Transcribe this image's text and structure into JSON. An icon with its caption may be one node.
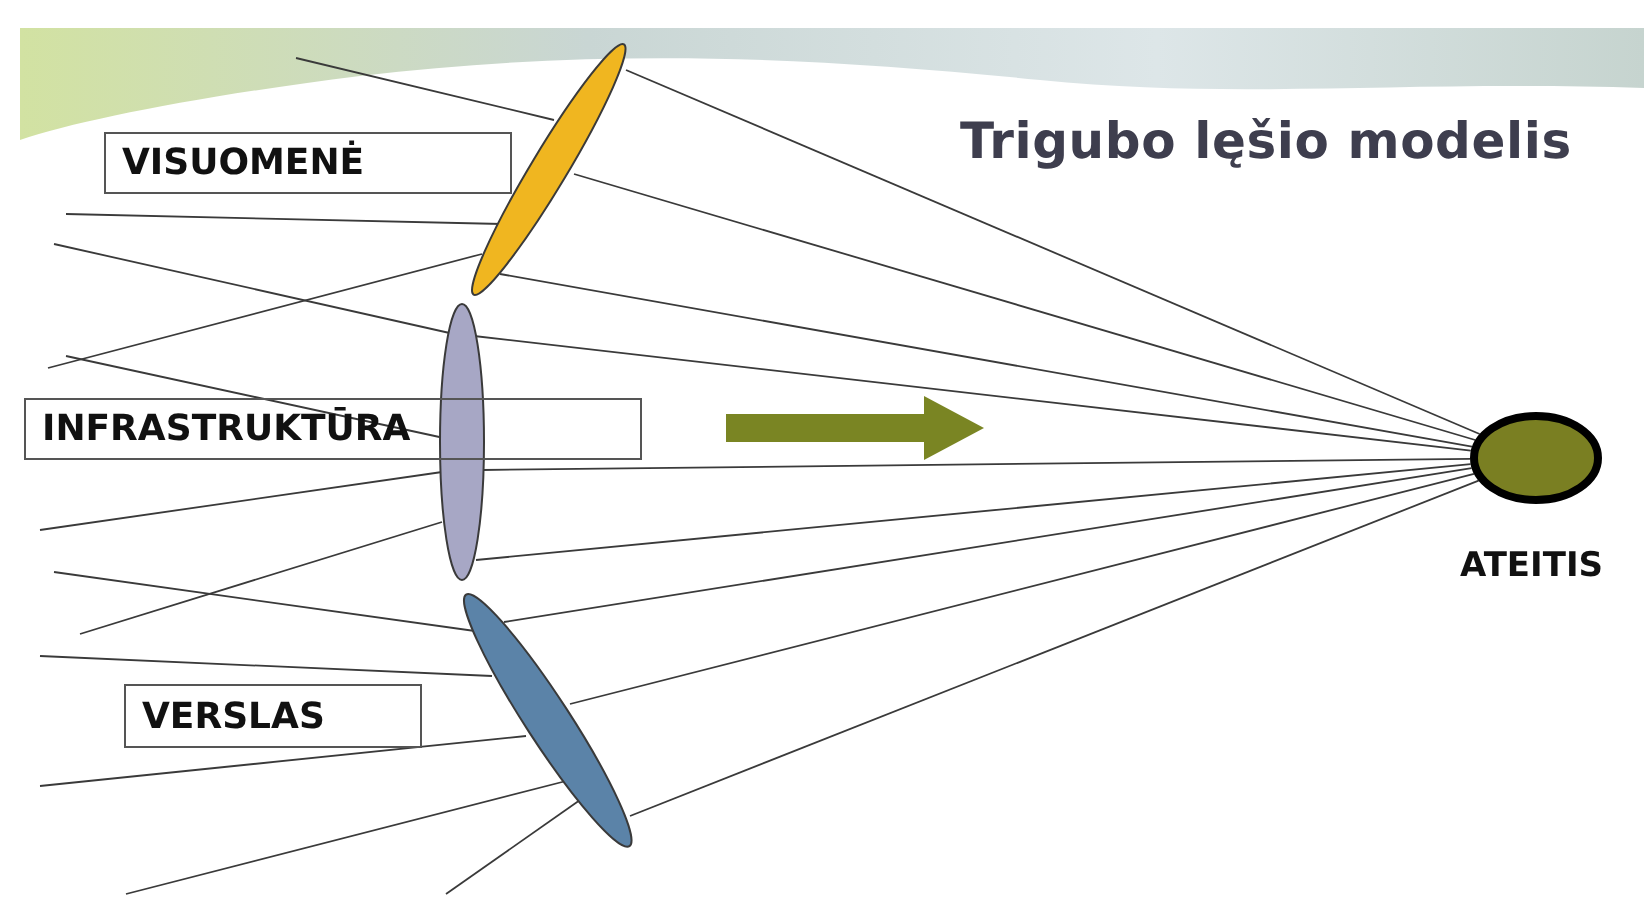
{
  "diagram": {
    "title": "Trigubo lęšio modelis",
    "nodes": [
      {
        "text": [
          "VISUOMENĖ"
        ]
      },
      {
        "text": [],
        "shape": "ellipse"
      },
      {
        "text": [
          "INFRASTRUKTŪRA"
        ]
      },
      {
        "text": [],
        "shape": "ellipse"
      },
      {
        "text": [
          "VERSLAS"
        ]
      },
      {
        "text": [],
        "shape": "ellipse"
      },
      {
        "text": [
          "ATEITIS"
        ]
      }
    ],
    "edges": [
      {
        "from": 1,
        "to": 6,
        "arrow": "none"
      },
      {
        "from": 1,
        "to": 6,
        "arrow": "none"
      },
      {
        "from": 1,
        "to": 6,
        "arrow": "none"
      },
      {
        "from": 3,
        "to": 6,
        "arrow": "none"
      },
      {
        "from": 3,
        "to": 6,
        "arrow": "none"
      },
      {
        "from": 3,
        "to": 6,
        "arrow": "none"
      },
      {
        "from": 5,
        "to": 6,
        "arrow": "none"
      },
      {
        "from": 5,
        "to": 6,
        "arrow": "none"
      },
      {
        "from": 5,
        "to": 6,
        "arrow": "none"
      },
      {
        "from": null,
        "to": 1,
        "arrow": "none"
      },
      {
        "from": null,
        "to": 1,
        "arrow": "none"
      },
      {
        "from": null,
        "to": 1,
        "arrow": "none"
      },
      {
        "from": null,
        "to": 3,
        "arrow": "none"
      },
      {
        "from": null,
        "to": 3,
        "arrow": "none"
      },
      {
        "from": null,
        "to": 3,
        "arrow": "none"
      },
      {
        "from": null,
        "to": 3,
        "arrow": "none"
      },
      {
        "from": null,
        "to": 5,
        "arrow": "none"
      },
      {
        "from": null,
        "to": 5,
        "arrow": "none"
      },
      {
        "from": null,
        "to": 5,
        "arrow": "none"
      },
      {
        "from": null,
        "to": 5,
        "arrow": "none"
      },
      {
        "from": null,
        "to": 5,
        "arrow": "none"
      }
    ]
  }
}
